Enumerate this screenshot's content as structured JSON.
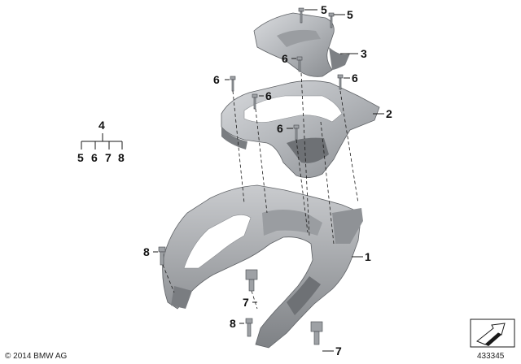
{
  "callouts": {
    "c1": "1",
    "c2": "2",
    "c3": "3",
    "c5a": "5",
    "c5b": "5",
    "c6a": "6",
    "c6b": "6",
    "c6c": "6",
    "c6d": "6",
    "c6e": "6",
    "c7a": "7",
    "c7b": "7",
    "c8a": "8",
    "c8b": "8"
  },
  "kit_tree": {
    "parent": "4",
    "children": [
      "5",
      "6",
      "7",
      "8"
    ]
  },
  "footer": {
    "copyright": "© 2014 BMW AG",
    "reference_number": "433345"
  },
  "colors": {
    "part_fill": "#c4c6c9",
    "part_shade": "#8f9296",
    "part_dark": "#5f6266",
    "line": "#1a1a1a"
  },
  "icons": [
    "arrow-box-icon"
  ]
}
